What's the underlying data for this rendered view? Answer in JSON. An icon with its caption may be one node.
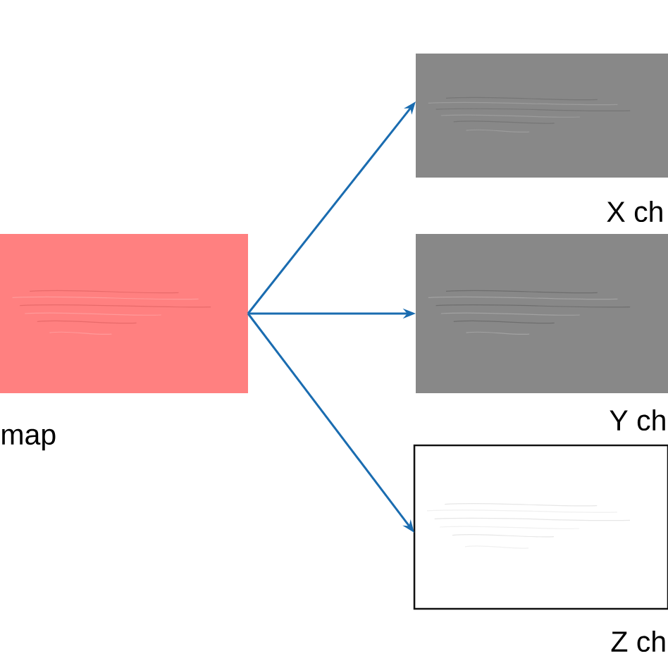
{
  "diagram": {
    "nodes": [
      {
        "text": [],
        "shape": "picture",
        "beside": [
          "map"
        ]
      },
      {
        "text": [],
        "shape": "picture",
        "beside": [
          "X ch"
        ]
      },
      {
        "text": [],
        "shape": "picture",
        "beside": [
          "Y ch"
        ]
      },
      {
        "text": [],
        "shape": "picture",
        "beside": [
          "Z ch"
        ]
      }
    ],
    "edges": [
      {
        "from": 0,
        "to": 1,
        "arrow": "to"
      },
      {
        "from": 0,
        "to": 2,
        "arrow": "to"
      },
      {
        "from": 0,
        "to": 3,
        "arrow": "to"
      }
    ]
  }
}
